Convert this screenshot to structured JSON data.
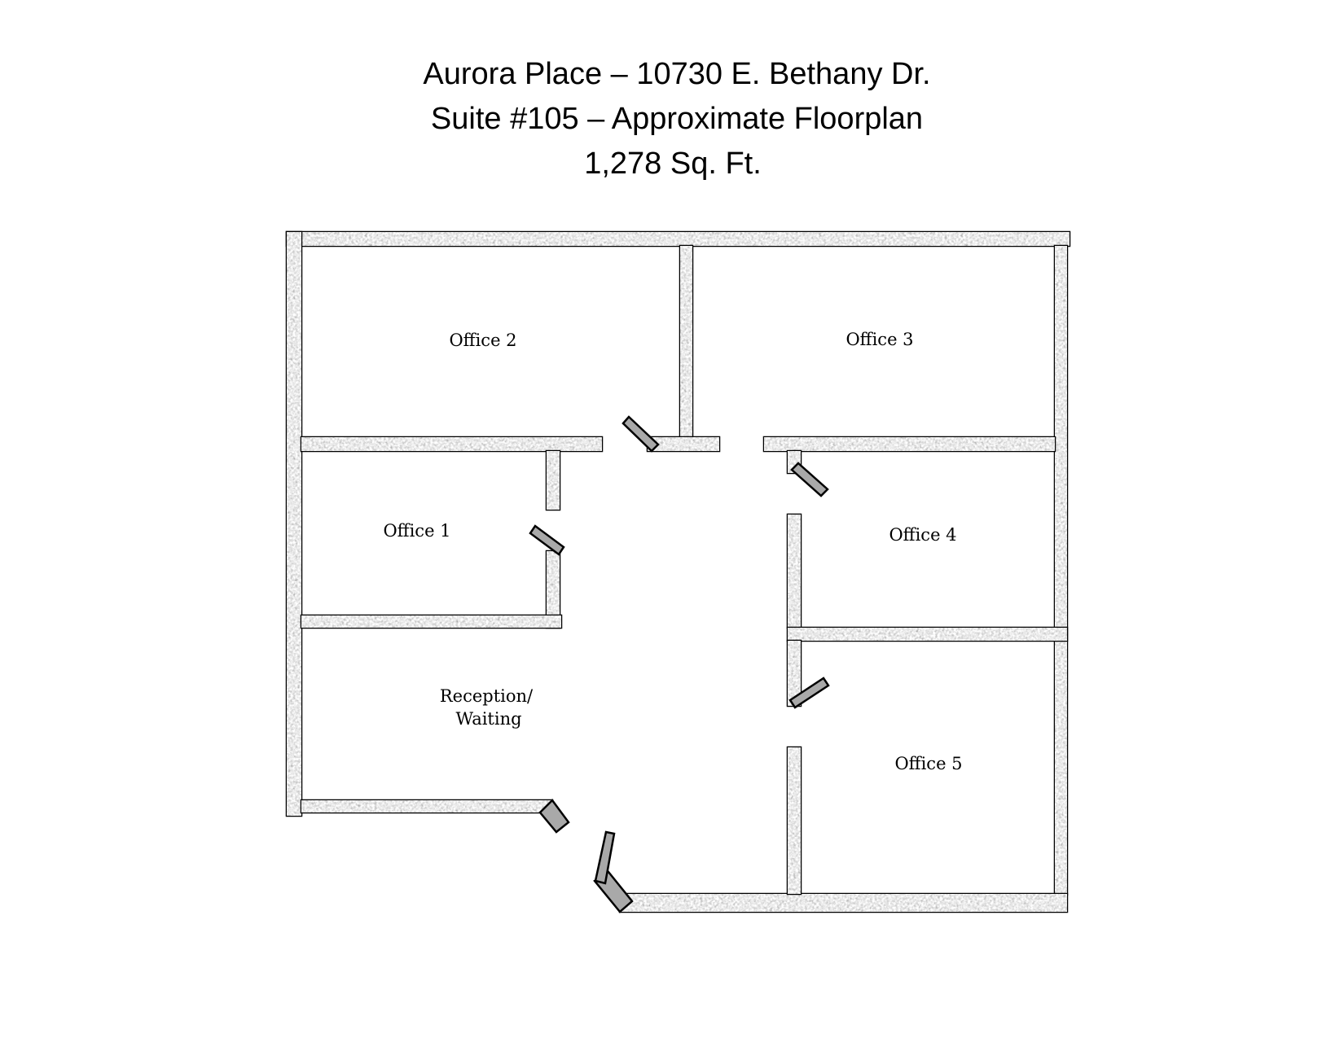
{
  "header": {
    "line1": "Aurora Place – 10730 E. Bethany Dr.",
    "line2": "Suite #105 – Approximate Floorplan",
    "line3": "1,278  Sq. Ft."
  },
  "rooms": {
    "office2": "Office 2",
    "office3": "Office 3",
    "office1": "Office 1",
    "office4": "Office 4",
    "office5": "Office 5",
    "reception_line1": "Reception/",
    "reception_line2": "Waiting"
  },
  "colors": {
    "wall_fill": "#a9a9a9",
    "wall_outline": "#000000",
    "background": "#ffffff"
  }
}
